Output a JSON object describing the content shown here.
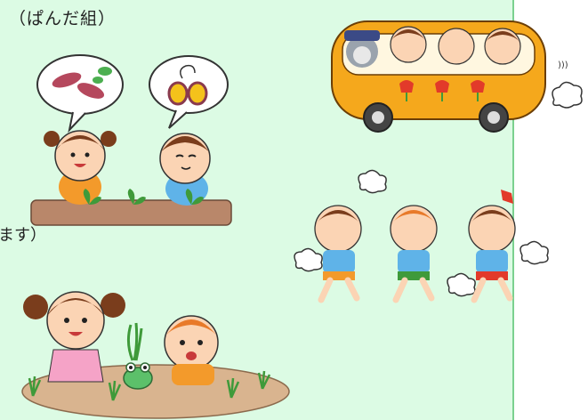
{
  "page": {
    "title": "（ぱんだ組）",
    "clipped_text": "ます）"
  },
  "colors": {
    "panel_bg": "#dcfbe4",
    "bus_body": "#f5a81c",
    "skin": "#fbd4b4",
    "hair": "#7a3d1c",
    "shirt_blue": "#5fb3e8",
    "shirt_orange": "#f39a2b",
    "soil": "#b9876a",
    "leaf": "#3f9a3a",
    "tulip": "#e23a2a"
  },
  "illustrations": [
    "children-digging-sweet-potatoes",
    "school-bus-with-children",
    "children-planting-rice-in-paddy",
    "children-running-with-handkerchiefs"
  ]
}
